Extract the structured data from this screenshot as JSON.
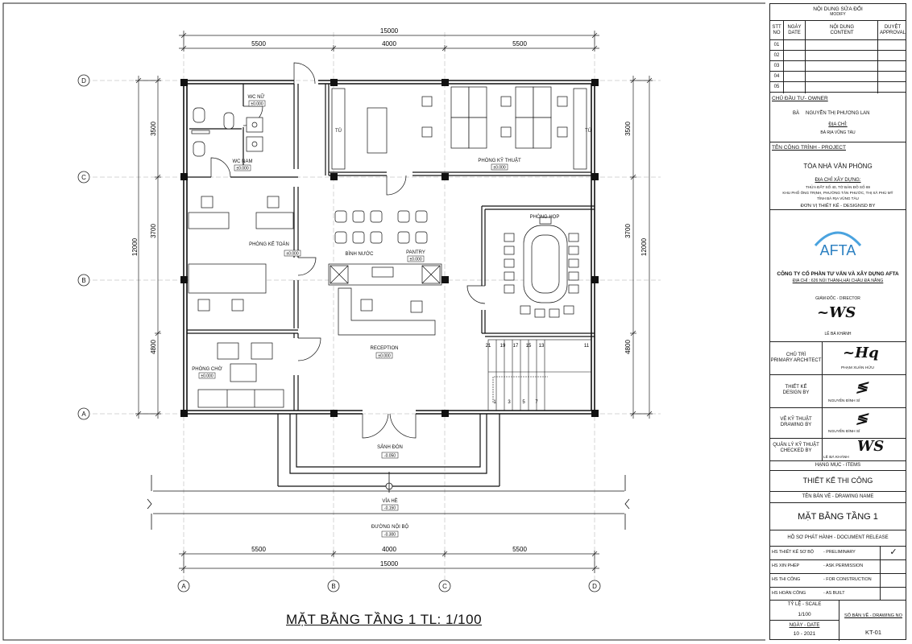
{
  "plan": {
    "dims": {
      "total": "15000",
      "left": "5500",
      "mid": "4000",
      "right": "5500",
      "v1": "3500",
      "v2": "3700",
      "v3": "4800",
      "vtotal": "12000"
    },
    "grid": {
      "row_d": "D",
      "row_c": "C",
      "row_b": "B",
      "row_a": "A",
      "col_a": "A",
      "col_b": "B",
      "col_c": "C",
      "col_d": "D"
    },
    "rooms": {
      "wc_nu": "WC NỮ",
      "wc_nu_lvl": "±0.000",
      "wc_nam": "WC NAM",
      "wc_nam_lvl": "±0.000",
      "tu_left": "TỦ",
      "tu_right": "TỦ",
      "phong_ky_thuat": "PHÒNG KỸ THUẬT",
      "phong_ky_thuat_lvl": "±0.000",
      "phong_ke_toan": "PHÒNG KẾ TOÁN",
      "phong_ke_toan_lvl": "±0.000",
      "binh_nuoc": "BÌNH NƯỚC",
      "pantry": "PANTRY",
      "pantry_lvl": "±0.000",
      "phong_hop": "PHÒNG HỌP",
      "reception": "RECEPTION",
      "reception_lvl": "±0.000",
      "phong_cho": "PHÒNG CHỜ",
      "phong_cho_lvl": "±0.000",
      "sanh_don": "SẢNH ĐÓN",
      "sanh_don_lvl": "-0.050",
      "via_he": "VỈA HÈ",
      "via_he_lvl": "-0.150",
      "duong_noi_bo": "ĐƯỜNG NỘI BỘ",
      "duong_noi_bo_lvl": "-0.300"
    },
    "stairs": {
      "s21": "21",
      "s19": "19",
      "s17": "17",
      "s15": "15",
      "s13": "13",
      "s11": "11",
      "s1": "1",
      "s3": "3",
      "s5": "5",
      "s7": "7"
    },
    "title": "MẶT BẰNG TẦNG 1 TL: 1/100"
  },
  "titleblock": {
    "modify_vn": "NỘI DUNG SỬA ĐỔI",
    "modify_en": "MODIFY",
    "stt": "STT",
    "no": "NO",
    "ngay": "NGÀY",
    "date": "DATE",
    "noidung": "NỘI DUNG",
    "content": "CONTENT",
    "duyet": "DUYỆT",
    "approval": "APPROVAL",
    "rows": [
      "01",
      "02",
      "03",
      "04",
      "05"
    ],
    "owner_hdr": "CHỦ ĐẦU TƯ- OWNER",
    "owner_prefix": "BÀ",
    "owner_name": "NGUYỄN THỊ PHƯƠNG LAN",
    "addr_hdr": "ĐỊA CHỈ:",
    "addr": "BÀ RỊA VŨNG TÀU",
    "project_hdr": "TÊN CÔNG TRÌNH - PROJECT",
    "project_name": "TÒA NHÀ VĂN PHÒNG",
    "site_hdr": "ĐỊA CHỈ XÂY DỰNG:",
    "site1": "THỬA ĐẤT SỐ 40, TỜ BẢN ĐỒ SỐ 69",
    "site2": "KHU PHỐ ÔNG TRỊNH, PHƯỜNG TÂN PHƯỚC, THỊ XÃ PHÚ MỸ",
    "site3": "TỈNH BÀ RỊA VŨNG TÀU",
    "design_unit": "ĐƠN VỊ THIẾT KẾ - DESIGNSD BY",
    "logo": "AFTA",
    "company": "CÔNG TY CỔ PHẦN TƯ VẤN VÀ XÂY DỰNG AFTA",
    "company_addr": "ĐỊA CHỈ : 626 NÚI THÀNH,HẢI CHÂU ĐÀ NẴNG",
    "director_role": "GIÁM ĐỐC - DIRECTOR",
    "director_name": "LÊ BÁ KHÁNH",
    "chutri_vn": "CHỦ TRÌ",
    "chutri_en": "PRIMARY ARCHITECT",
    "chutri_name": "PHẠM XUÂN HỮU",
    "thietke_vn": "THIẾT KẾ",
    "thietke_en": "DESIGN BY",
    "thietke_name": "NGUYỄN ĐÌNH SĨ",
    "vekt_vn": "VẼ KỸ THUẬT",
    "vekt_en": "DRAWING BY",
    "vekt_name": "NGUYỄN ĐÌNH SĨ",
    "qlkt_vn": "QUẢN LÝ KỸ THUẬT",
    "qlkt_en": "CHECKED BY",
    "qlkt_name": "LÊ BÁ KHÁNH",
    "items_hdr": "HẠNG MỤC - ITEMS",
    "items": "THIẾT KẾ THI CÔNG",
    "drawing_name_hdr": "TÊN BẢN VẼ - DRAWING NAME",
    "drawing_name": "MẶT BẰNG TẦNG 1",
    "release_hdr": "HỒ SƠ PHÁT HÀNH - DOCUMENT RELEASE",
    "release": [
      {
        "vn": "HS THIẾT KẾ SƠ BỘ",
        "en": "- PRELIMINARY",
        "check": "✓"
      },
      {
        "vn": "HS XIN PHÉP",
        "en": "- ASK PERMISSION",
        "check": ""
      },
      {
        "vn": "HS THI CÔNG",
        "en": "- FOR CONSTRUCTION",
        "check": ""
      },
      {
        "vn": "HS HOÀN CÔNG",
        "en": "- AS BUILT",
        "check": ""
      }
    ],
    "scale_hdr": "TỶ LỆ - SCALE",
    "scale": "1/100",
    "drawno_hdr": "SỐ BẢN VẼ - DRAWING NO",
    "date_hdr": "NGÀY - DATE",
    "date_val": "10 - 2021",
    "drawno": "KT-01"
  }
}
